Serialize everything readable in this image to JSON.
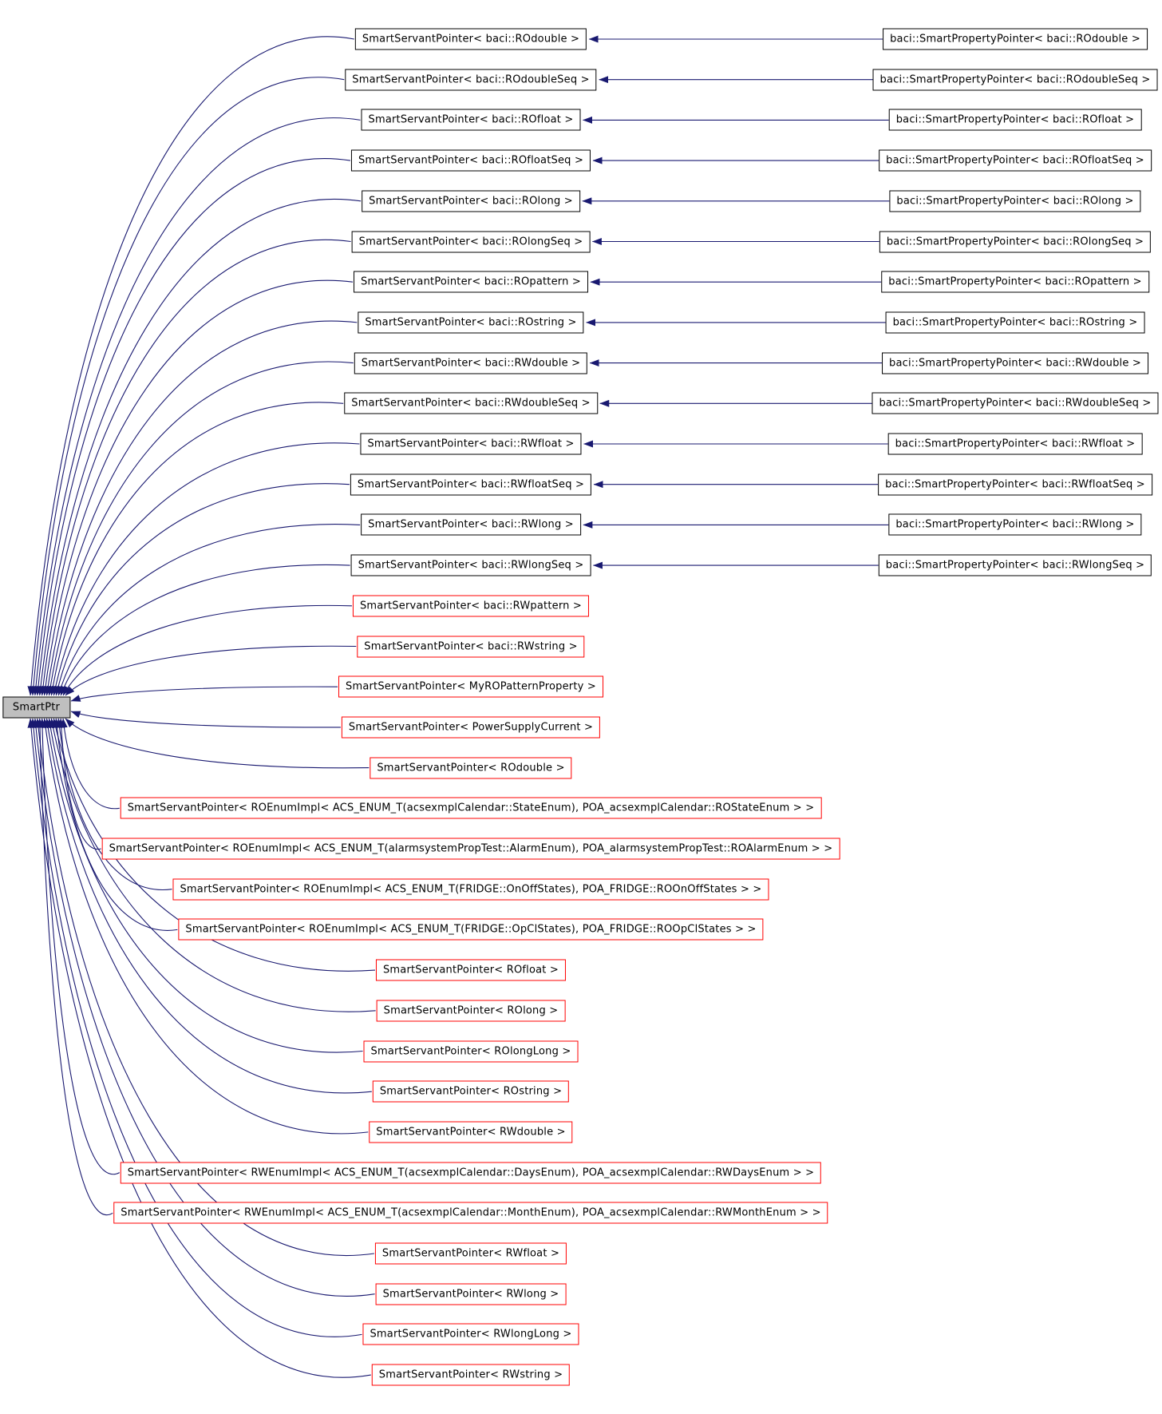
{
  "diagram_title": "SmartPtr inheritance graph",
  "root": {
    "label": "SmartPtr"
  },
  "colors": {
    "edge": "#191970",
    "linked_border": "#000000",
    "unlinked_border": "#ff0000",
    "root_fill": "#bfbfbf",
    "node_fill": "#ffffff",
    "text": "#000000"
  },
  "rows": [
    {
      "servant": "SmartServantPointer< baci::ROdouble >",
      "property": "baci::SmartPropertyPointer< baci::ROdouble >",
      "linked": true
    },
    {
      "servant": "SmartServantPointer< baci::ROdoubleSeq >",
      "property": "baci::SmartPropertyPointer< baci::ROdoubleSeq >",
      "linked": true
    },
    {
      "servant": "SmartServantPointer< baci::ROfloat >",
      "property": "baci::SmartPropertyPointer< baci::ROfloat >",
      "linked": true
    },
    {
      "servant": "SmartServantPointer< baci::ROfloatSeq >",
      "property": "baci::SmartPropertyPointer< baci::ROfloatSeq >",
      "linked": true
    },
    {
      "servant": "SmartServantPointer< baci::ROlong >",
      "property": "baci::SmartPropertyPointer< baci::ROlong >",
      "linked": true
    },
    {
      "servant": "SmartServantPointer< baci::ROlongSeq >",
      "property": "baci::SmartPropertyPointer< baci::ROlongSeq >",
      "linked": true
    },
    {
      "servant": "SmartServantPointer< baci::ROpattern >",
      "property": "baci::SmartPropertyPointer< baci::ROpattern >",
      "linked": true
    },
    {
      "servant": "SmartServantPointer< baci::ROstring >",
      "property": "baci::SmartPropertyPointer< baci::ROstring >",
      "linked": true
    },
    {
      "servant": "SmartServantPointer< baci::RWdouble >",
      "property": "baci::SmartPropertyPointer< baci::RWdouble >",
      "linked": true
    },
    {
      "servant": "SmartServantPointer< baci::RWdoubleSeq >",
      "property": "baci::SmartPropertyPointer< baci::RWdoubleSeq >",
      "linked": true
    },
    {
      "servant": "SmartServantPointer< baci::RWfloat >",
      "property": "baci::SmartPropertyPointer< baci::RWfloat >",
      "linked": true
    },
    {
      "servant": "SmartServantPointer< baci::RWfloatSeq >",
      "property": "baci::SmartPropertyPointer< baci::RWfloatSeq >",
      "linked": true
    },
    {
      "servant": "SmartServantPointer< baci::RWlong >",
      "property": "baci::SmartPropertyPointer< baci::RWlong >",
      "linked": true
    },
    {
      "servant": "SmartServantPointer< baci::RWlongSeq >",
      "property": "baci::SmartPropertyPointer< baci::RWlongSeq >",
      "linked": true
    },
    {
      "servant": "SmartServantPointer< baci::RWpattern >",
      "linked": false
    },
    {
      "servant": "SmartServantPointer< baci::RWstring >",
      "linked": false
    },
    {
      "servant": "SmartServantPointer< MyROPatternProperty >",
      "linked": false
    },
    {
      "servant": "SmartServantPointer< PowerSupplyCurrent >",
      "linked": false
    },
    {
      "servant": "SmartServantPointer< ROdouble >",
      "linked": false
    },
    {
      "servant": "SmartServantPointer< ROEnumImpl< ACS_ENUM_T(acsexmplCalendar::StateEnum), POA_acsexmplCalendar::ROStateEnum > >",
      "linked": false
    },
    {
      "servant": "SmartServantPointer< ROEnumImpl< ACS_ENUM_T(alarmsystemPropTest::AlarmEnum), POA_alarmsystemPropTest::ROAlarmEnum > >",
      "linked": false
    },
    {
      "servant": "SmartServantPointer< ROEnumImpl< ACS_ENUM_T(FRIDGE::OnOffStates), POA_FRIDGE::ROOnOffStates > >",
      "linked": false
    },
    {
      "servant": "SmartServantPointer< ROEnumImpl< ACS_ENUM_T(FRIDGE::OpClStates), POA_FRIDGE::ROOpClStates > >",
      "linked": false
    },
    {
      "servant": "SmartServantPointer< ROfloat >",
      "linked": false
    },
    {
      "servant": "SmartServantPointer< ROlong >",
      "linked": false
    },
    {
      "servant": "SmartServantPointer< ROlongLong >",
      "linked": false
    },
    {
      "servant": "SmartServantPointer< ROstring >",
      "linked": false
    },
    {
      "servant": "SmartServantPointer< RWdouble >",
      "linked": false
    },
    {
      "servant": "SmartServantPointer< RWEnumImpl< ACS_ENUM_T(acsexmplCalendar::DaysEnum), POA_acsexmplCalendar::RWDaysEnum > >",
      "linked": false
    },
    {
      "servant": "SmartServantPointer< RWEnumImpl< ACS_ENUM_T(acsexmplCalendar::MonthEnum), POA_acsexmplCalendar::RWMonthEnum > >",
      "linked": false
    },
    {
      "servant": "SmartServantPointer< RWfloat >",
      "linked": false
    },
    {
      "servant": "SmartServantPointer< RWlong >",
      "linked": false
    },
    {
      "servant": "SmartServantPointer< RWlongLong >",
      "linked": false
    },
    {
      "servant": "SmartServantPointer< RWstring >",
      "linked": false
    }
  ]
}
